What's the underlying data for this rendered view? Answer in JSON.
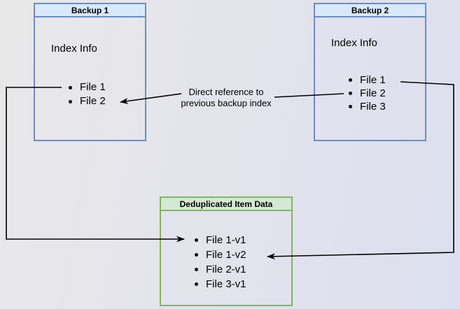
{
  "diagram": {
    "backup1": {
      "title": "Backup 1",
      "subtitle": "Index Info",
      "files": [
        "File 1",
        "File 2"
      ]
    },
    "backup2": {
      "title": "Backup 2",
      "subtitle": "Index Info",
      "files": [
        "File 1",
        "File 2",
        "File 3"
      ]
    },
    "dedup": {
      "title": "Deduplicated Item Data",
      "files": [
        "File 1-v1",
        "File 1-v2",
        "File 2-v1",
        "File 3-v1"
      ]
    },
    "annotation": {
      "line1": "Direct reference to",
      "line2": "previous backup index"
    },
    "colors": {
      "blue_fill": "#dae8fc",
      "blue_border": "#6c8ebf",
      "green_fill": "#d5e8d4",
      "green_border": "#82b366",
      "arrow": "#000000"
    }
  }
}
